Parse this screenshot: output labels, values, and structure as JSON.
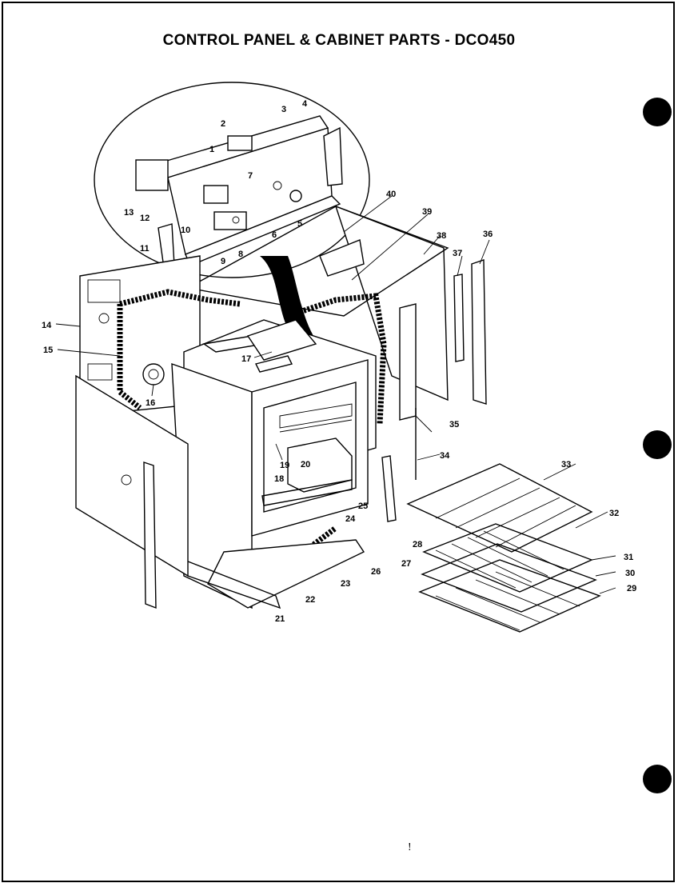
{
  "title": "CONTROL PANEL & CABINET PARTS - DCO450",
  "page_mark": "!",
  "colors": {
    "ink": "#000000",
    "paper": "#ffffff"
  },
  "callouts": [
    "1",
    "2",
    "3",
    "4",
    "5",
    "6",
    "7",
    "8",
    "9",
    "10",
    "11",
    "12",
    "13",
    "14",
    "15",
    "16",
    "17",
    "18",
    "19",
    "20",
    "21",
    "22",
    "23",
    "24",
    "25",
    "26",
    "27",
    "28",
    "29",
    "30",
    "31",
    "32",
    "33",
    "34",
    "35",
    "36",
    "37",
    "38",
    "39",
    "40"
  ]
}
